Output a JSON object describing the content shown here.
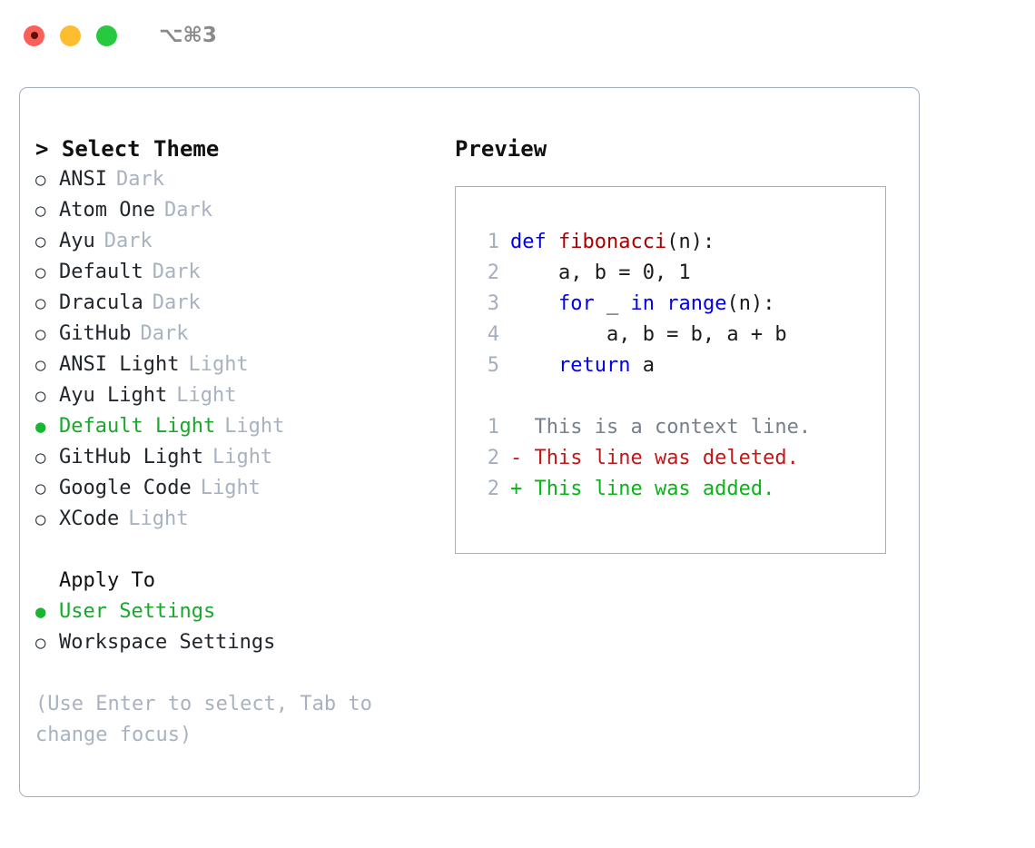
{
  "titlebar": {
    "shortcut": "⌥⌘3",
    "buttons": [
      {
        "name": "close",
        "color": "#fb6058"
      },
      {
        "name": "minimize",
        "color": "#febd2e"
      },
      {
        "name": "maximize",
        "color": "#27c93f"
      }
    ]
  },
  "theme_list": {
    "title": "> Select Theme",
    "items": [
      {
        "name": "ANSI",
        "badge": "Dark",
        "selected": false,
        "bullet": "○"
      },
      {
        "name": "Atom One",
        "badge": "Dark",
        "selected": false,
        "bullet": "○"
      },
      {
        "name": "Ayu",
        "badge": "Dark",
        "selected": false,
        "bullet": "○"
      },
      {
        "name": "Default",
        "badge": "Dark",
        "selected": false,
        "bullet": "○"
      },
      {
        "name": "Dracula",
        "badge": "Dark",
        "selected": false,
        "bullet": "○"
      },
      {
        "name": "GitHub",
        "badge": "Dark",
        "selected": false,
        "bullet": "○"
      },
      {
        "name": "ANSI Light",
        "badge": "Light",
        "selected": false,
        "bullet": "○"
      },
      {
        "name": "Ayu Light",
        "badge": "Light",
        "selected": false,
        "bullet": "○"
      },
      {
        "name": "Default Light",
        "badge": "Light",
        "selected": true,
        "bullet": "●"
      },
      {
        "name": "GitHub Light",
        "badge": "Light",
        "selected": false,
        "bullet": "○"
      },
      {
        "name": "Google Code",
        "badge": "Light",
        "selected": false,
        "bullet": "○"
      },
      {
        "name": "XCode",
        "badge": "Light",
        "selected": false,
        "bullet": "○"
      }
    ]
  },
  "apply_to": {
    "title": "Apply To",
    "items": [
      {
        "name": "User Settings",
        "selected": true,
        "bullet": "●"
      },
      {
        "name": "Workspace Settings",
        "selected": false,
        "bullet": "○"
      }
    ]
  },
  "hint": "(Use Enter to select, Tab to change focus)",
  "preview": {
    "title": "Preview",
    "code_lines": [
      {
        "num": "1",
        "tokens": [
          {
            "text": "def ",
            "cls": "tok-kw"
          },
          {
            "text": "fibonacci",
            "cls": "tok-fn"
          },
          {
            "text": "(n):",
            "cls": "tok-plain"
          }
        ]
      },
      {
        "num": "2",
        "tokens": [
          {
            "text": "    a, b = 0, 1",
            "cls": "tok-plain"
          }
        ]
      },
      {
        "num": "3",
        "tokens": [
          {
            "text": "    ",
            "cls": "tok-plain"
          },
          {
            "text": "for",
            "cls": "tok-kw"
          },
          {
            "text": " _ ",
            "cls": "tok-plain"
          },
          {
            "text": "in",
            "cls": "tok-kw"
          },
          {
            "text": " ",
            "cls": "tok-plain"
          },
          {
            "text": "range",
            "cls": "tok-kw"
          },
          {
            "text": "(n):",
            "cls": "tok-plain"
          }
        ]
      },
      {
        "num": "4",
        "tokens": [
          {
            "text": "        a, b = b, a + b",
            "cls": "tok-plain"
          }
        ]
      },
      {
        "num": "5",
        "tokens": [
          {
            "text": "    ",
            "cls": "tok-plain"
          },
          {
            "text": "return",
            "cls": "tok-kw"
          },
          {
            "text": " a",
            "cls": "tok-plain"
          }
        ]
      }
    ],
    "diff_lines": [
      {
        "num": "1",
        "marker": " ",
        "text": " This is a context line.",
        "cls": "diff-ctx"
      },
      {
        "num": "2",
        "marker": "-",
        "text": " This line was deleted.",
        "cls": "diff-del"
      },
      {
        "num": "2",
        "marker": "+",
        "text": " This line was added.",
        "cls": "diff-add"
      }
    ]
  },
  "colors": {
    "accent_green": "#16a92a",
    "border": "#a4aebd",
    "muted": "#a8b2c1",
    "keyword_blue": "#0000ee",
    "function_red": "#aa0000",
    "diff_add": "#0cb21a",
    "diff_del": "#c01818"
  }
}
